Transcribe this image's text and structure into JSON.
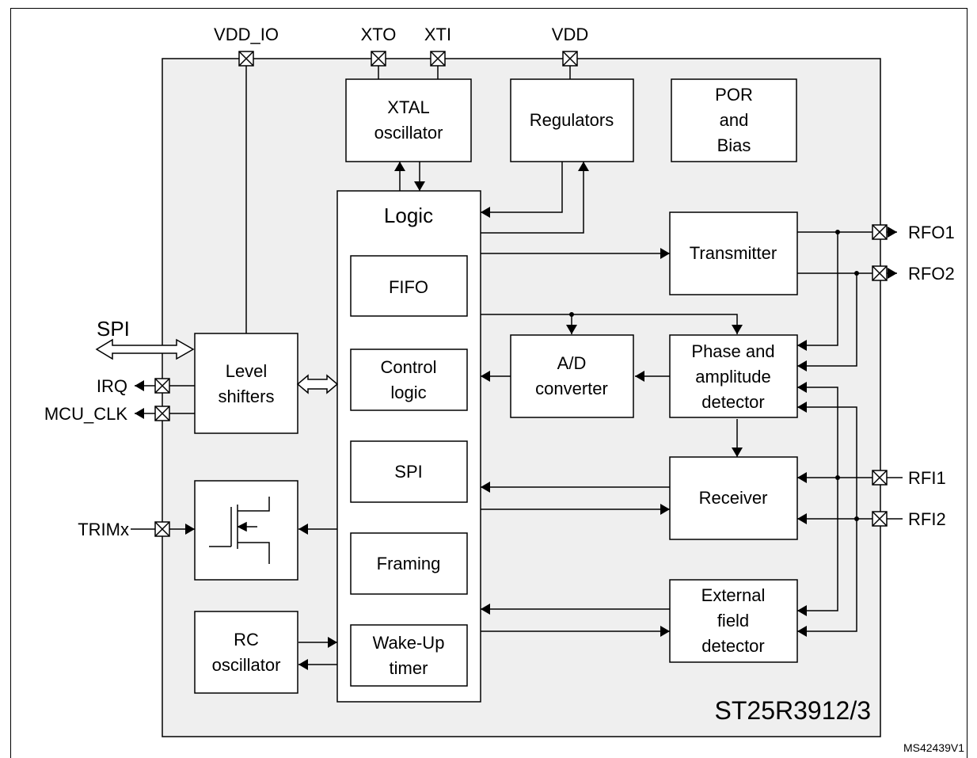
{
  "chip": {
    "part_number": "ST25R3912/3"
  },
  "figure_code": "MS42439V1",
  "blocks": {
    "xtal": [
      "XTAL",
      "oscillator"
    ],
    "regulators": [
      "Regulators"
    ],
    "por": [
      "POR",
      "and",
      "Bias"
    ],
    "logic": [
      "Logic"
    ],
    "fifo": [
      "FIFO"
    ],
    "control_logic": [
      "Control",
      "logic"
    ],
    "spi_block": [
      "SPI"
    ],
    "framing": [
      "Framing"
    ],
    "wakeup": [
      "Wake-Up",
      "timer"
    ],
    "transmitter": [
      "Transmitter"
    ],
    "adc": [
      "A/D",
      "converter"
    ],
    "phase": [
      "Phase and",
      "amplitude",
      "detector"
    ],
    "receiver": [
      "Receiver"
    ],
    "efd": [
      "External",
      "field",
      "detector"
    ],
    "level_shifters": [
      "Level",
      "shifters"
    ],
    "rc": [
      "RC",
      "oscillator"
    ]
  },
  "pins": {
    "vdd_io": "VDD_IO",
    "xto": "XTO",
    "xti": "XTI",
    "vdd": "VDD",
    "rfo1": "RFO1",
    "rfo2": "RFO2",
    "rfi1": "RFI1",
    "rfi2": "RFI2",
    "spi": "SPI",
    "irq": "IRQ",
    "mcu_clk": "MCU_CLK",
    "trimx": "TRIMx"
  }
}
